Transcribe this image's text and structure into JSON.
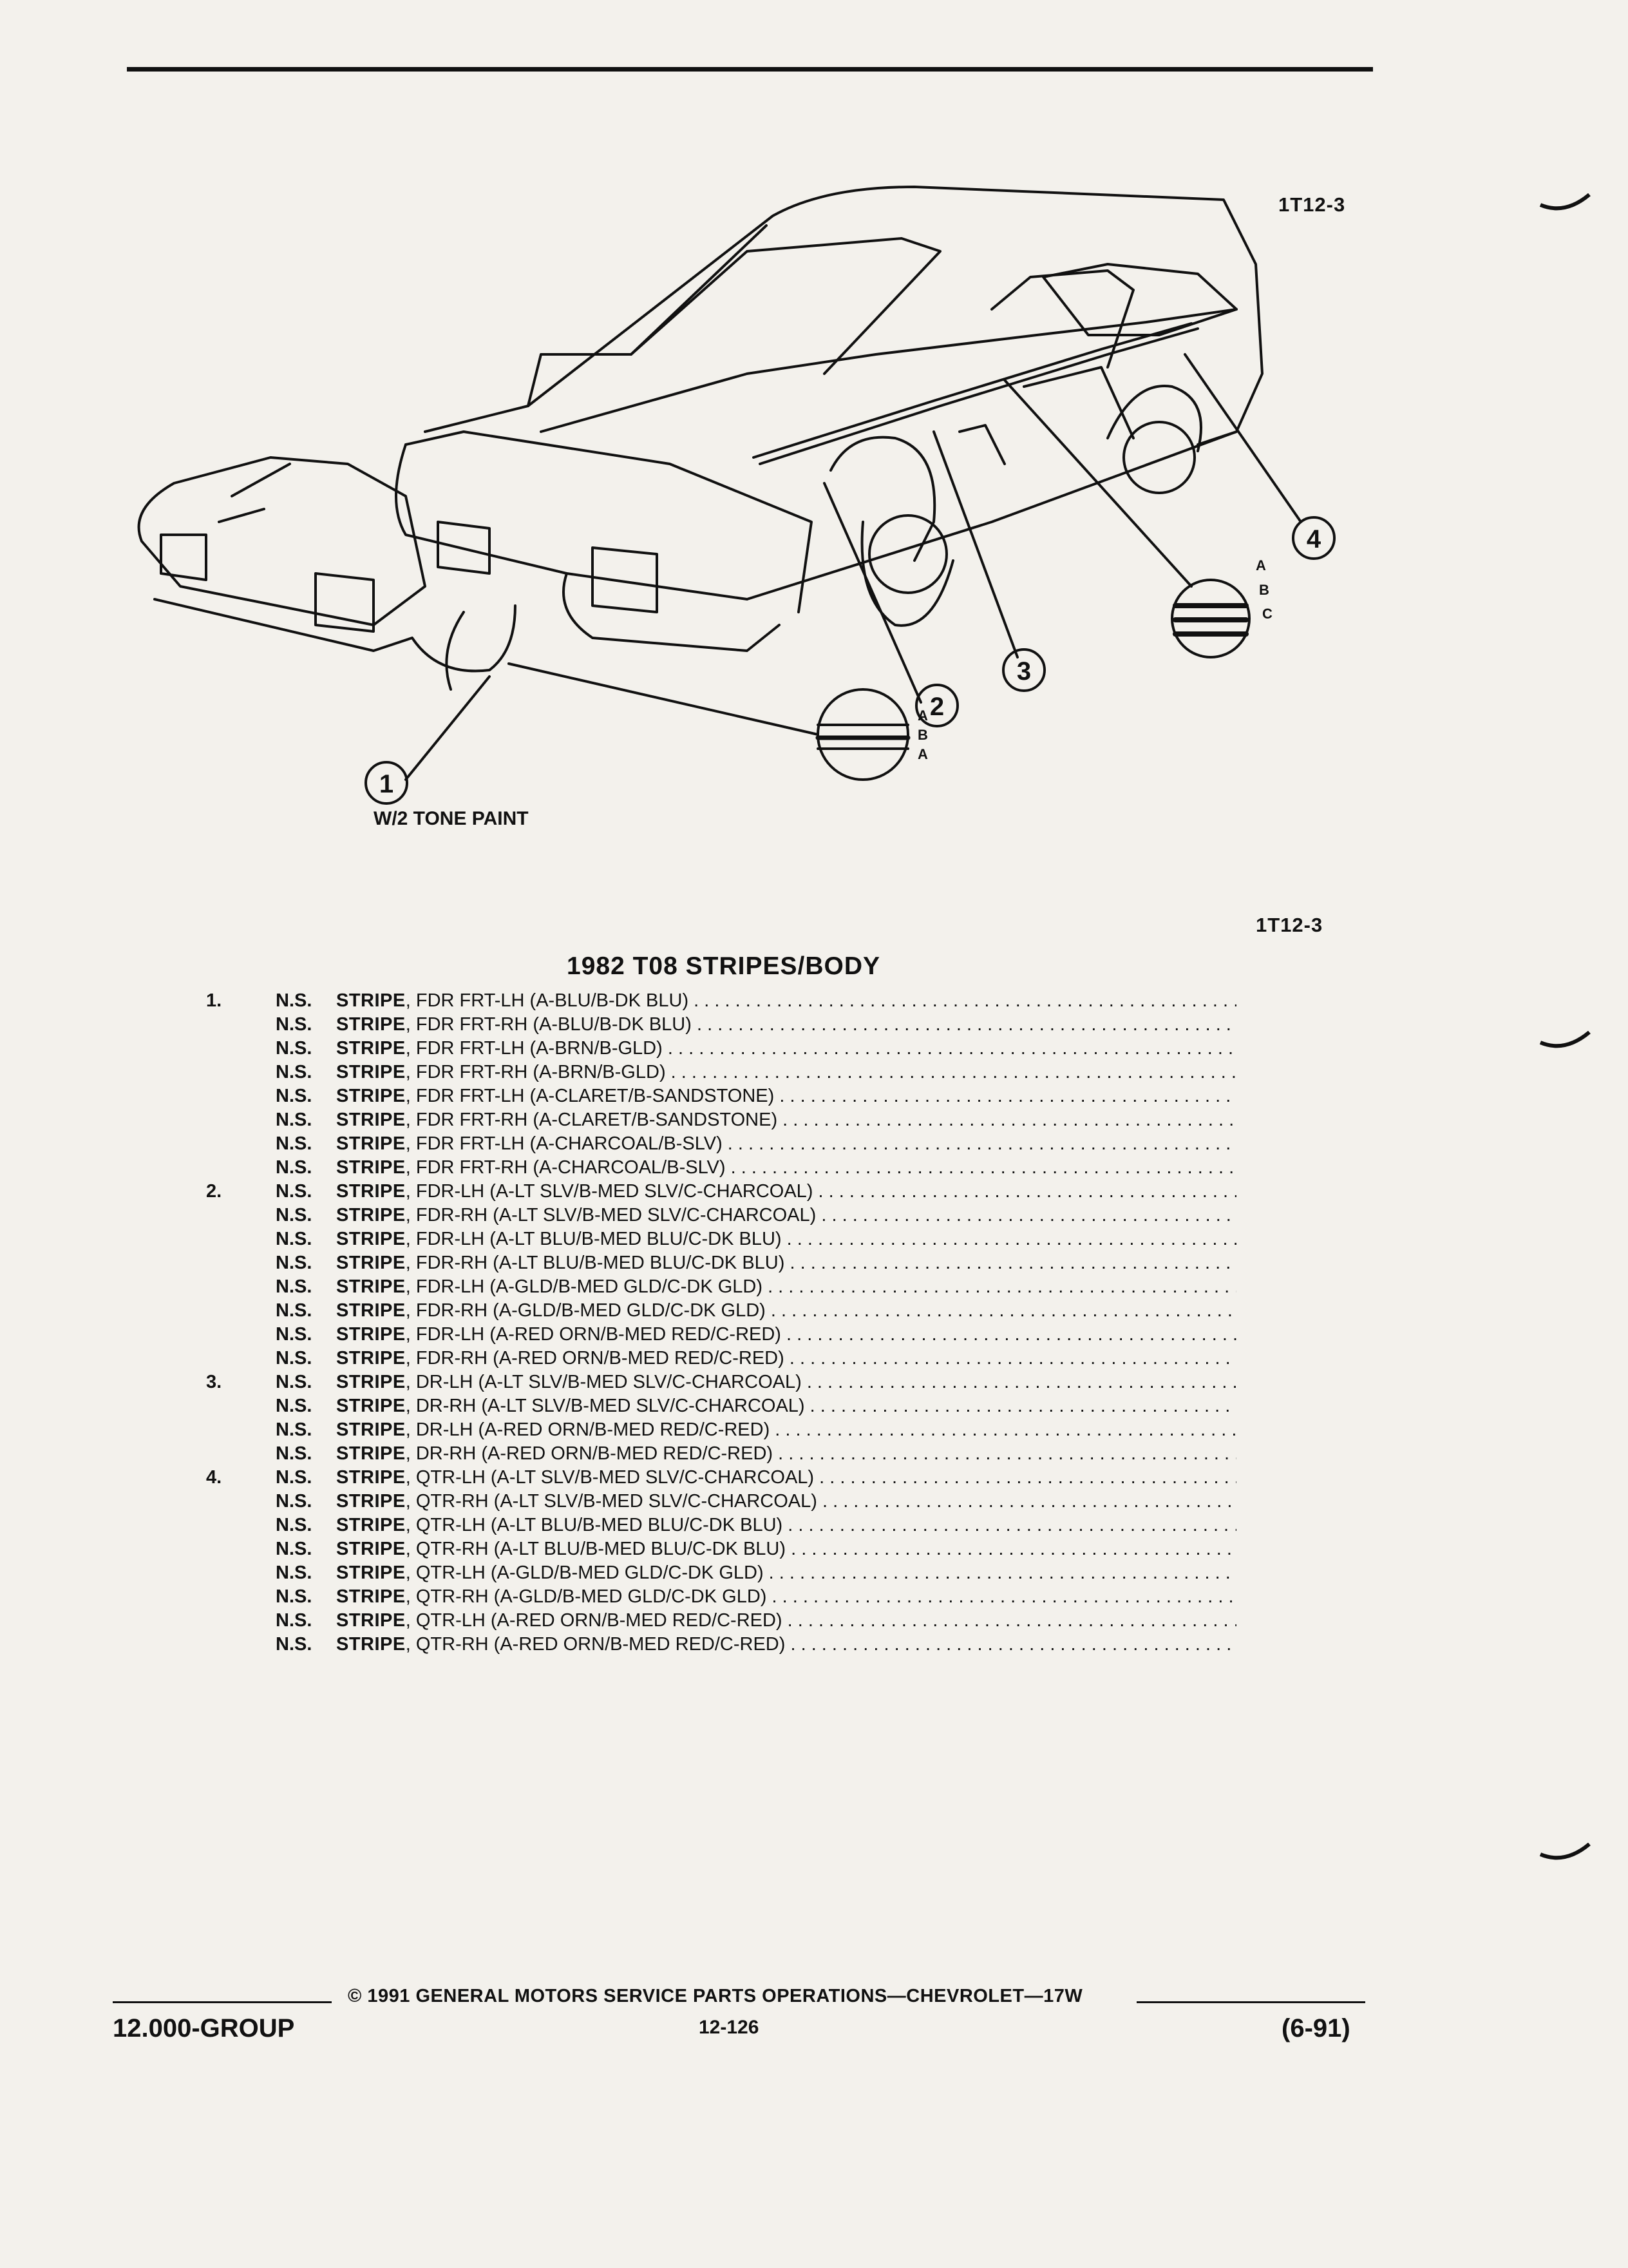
{
  "header": {
    "figure_code_top": "1T12-3",
    "figure_code_bottom": "1T12-3"
  },
  "figure": {
    "callouts": [
      "1",
      "2",
      "3",
      "4"
    ],
    "detail_letters_left": [
      "A",
      "B",
      "A"
    ],
    "detail_letters_right": [
      "A",
      "B",
      "C"
    ],
    "caption": "W/2 TONE PAINT"
  },
  "section_title": "1982 T08 STRIPES/BODY",
  "parts": [
    {
      "num": "1.",
      "ns": "N.S.",
      "name": "STRIPE",
      "desc": ", FDR FRT-LH (A-BLU/B-DK BLU)"
    },
    {
      "num": "",
      "ns": "N.S.",
      "name": "STRIPE",
      "desc": ", FDR FRT-RH (A-BLU/B-DK BLU)"
    },
    {
      "num": "",
      "ns": "N.S.",
      "name": "STRIPE",
      "desc": ", FDR FRT-LH (A-BRN/B-GLD)"
    },
    {
      "num": "",
      "ns": "N.S.",
      "name": "STRIPE",
      "desc": ", FDR FRT-RH (A-BRN/B-GLD)"
    },
    {
      "num": "",
      "ns": "N.S.",
      "name": "STRIPE",
      "desc": ", FDR FRT-LH (A-CLARET/B-SANDSTONE)"
    },
    {
      "num": "",
      "ns": "N.S.",
      "name": "STRIPE",
      "desc": ", FDR FRT-RH (A-CLARET/B-SANDSTONE)"
    },
    {
      "num": "",
      "ns": "N.S.",
      "name": "STRIPE",
      "desc": ", FDR FRT-LH (A-CHARCOAL/B-SLV)"
    },
    {
      "num": "",
      "ns": "N.S.",
      "name": "STRIPE",
      "desc": ", FDR FRT-RH (A-CHARCOAL/B-SLV)"
    },
    {
      "num": "2.",
      "ns": "N.S.",
      "name": "STRIPE",
      "desc": ", FDR-LH (A-LT SLV/B-MED SLV/C-CHARCOAL)"
    },
    {
      "num": "",
      "ns": "N.S.",
      "name": "STRIPE",
      "desc": ", FDR-RH (A-LT SLV/B-MED SLV/C-CHARCOAL)"
    },
    {
      "num": "",
      "ns": "N.S.",
      "name": "STRIPE",
      "desc": ", FDR-LH (A-LT BLU/B-MED BLU/C-DK BLU)"
    },
    {
      "num": "",
      "ns": "N.S.",
      "name": "STRIPE",
      "desc": ", FDR-RH (A-LT BLU/B-MED BLU/C-DK BLU)"
    },
    {
      "num": "",
      "ns": "N.S.",
      "name": "STRIPE",
      "desc": ", FDR-LH (A-GLD/B-MED GLD/C-DK GLD)"
    },
    {
      "num": "",
      "ns": "N.S.",
      "name": "STRIPE",
      "desc": ", FDR-RH (A-GLD/B-MED GLD/C-DK GLD)"
    },
    {
      "num": "",
      "ns": "N.S.",
      "name": "STRIPE",
      "desc": ", FDR-LH (A-RED ORN/B-MED RED/C-RED)"
    },
    {
      "num": "",
      "ns": "N.S.",
      "name": "STRIPE",
      "desc": ", FDR-RH (A-RED ORN/B-MED RED/C-RED)"
    },
    {
      "num": "3.",
      "ns": "N.S.",
      "name": "STRIPE",
      "desc": ", DR-LH (A-LT SLV/B-MED SLV/C-CHARCOAL)"
    },
    {
      "num": "",
      "ns": "N.S.",
      "name": "STRIPE",
      "desc": ", DR-RH (A-LT SLV/B-MED SLV/C-CHARCOAL)"
    },
    {
      "num": "",
      "ns": "N.S.",
      "name": "STRIPE",
      "desc": ", DR-LH (A-RED ORN/B-MED RED/C-RED)"
    },
    {
      "num": "",
      "ns": "N.S.",
      "name": "STRIPE",
      "desc": ", DR-RH (A-RED ORN/B-MED RED/C-RED)"
    },
    {
      "num": "4.",
      "ns": "N.S.",
      "name": "STRIPE",
      "desc": ", QTR-LH (A-LT SLV/B-MED SLV/C-CHARCOAL)"
    },
    {
      "num": "",
      "ns": "N.S.",
      "name": "STRIPE",
      "desc": ", QTR-RH (A-LT SLV/B-MED SLV/C-CHARCOAL)"
    },
    {
      "num": "",
      "ns": "N.S.",
      "name": "STRIPE",
      "desc": ", QTR-LH (A-LT BLU/B-MED BLU/C-DK BLU)"
    },
    {
      "num": "",
      "ns": "N.S.",
      "name": "STRIPE",
      "desc": ", QTR-RH (A-LT BLU/B-MED BLU/C-DK BLU)"
    },
    {
      "num": "",
      "ns": "N.S.",
      "name": "STRIPE",
      "desc": ", QTR-LH (A-GLD/B-MED GLD/C-DK GLD)"
    },
    {
      "num": "",
      "ns": "N.S.",
      "name": "STRIPE",
      "desc": ", QTR-RH (A-GLD/B-MED GLD/C-DK GLD)"
    },
    {
      "num": "",
      "ns": "N.S.",
      "name": "STRIPE",
      "desc": ", QTR-LH (A-RED ORN/B-MED RED/C-RED)"
    },
    {
      "num": "",
      "ns": "N.S.",
      "name": "STRIPE",
      "desc": ", QTR-RH (A-RED ORN/B-MED RED/C-RED)"
    }
  ],
  "footer": {
    "group": "12.000-GROUP",
    "copyright": "© 1991 GENERAL MOTORS SERVICE PARTS OPERATIONS—CHEVROLET—17W",
    "page": "12-126",
    "date": "(6-91)"
  },
  "colors": {
    "paper": "#f3f1ec",
    "ink": "#111111"
  }
}
